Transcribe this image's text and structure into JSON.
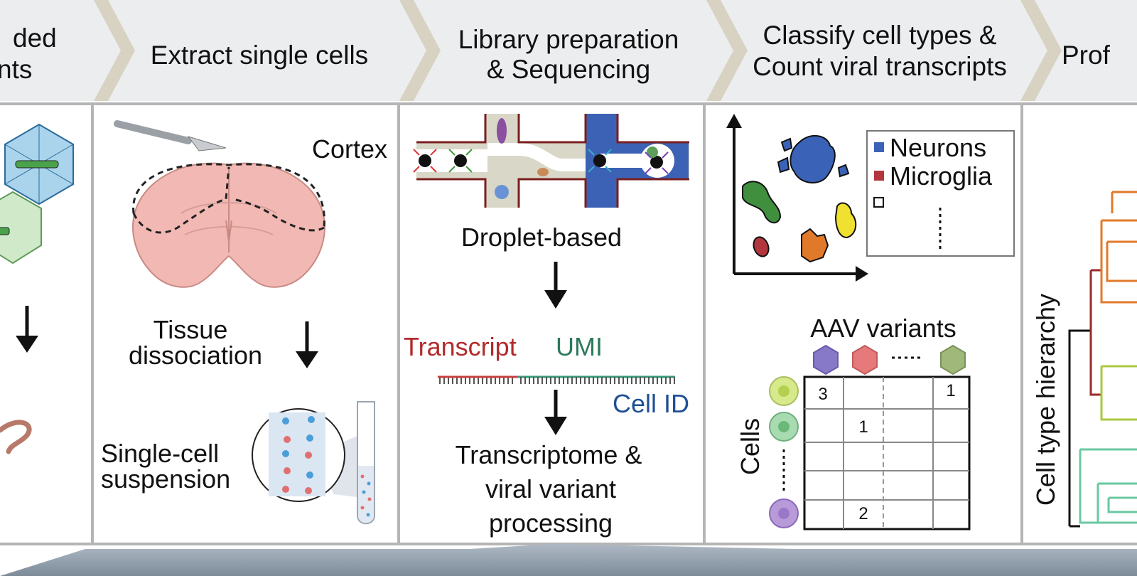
{
  "steps": [
    {
      "label_line1": "ded",
      "label_line2": "nts"
    },
    {
      "label_line1": "Extract single cells",
      "label_line2": ""
    },
    {
      "label_line1": "Library preparation",
      "label_line2": "& Sequencing"
    },
    {
      "label_line1": "Classify cell types &",
      "label_line2": "Count viral transcripts"
    },
    {
      "label_line1": "Prof",
      "label_line2": ""
    }
  ],
  "panel_extract": {
    "region": "Cortex",
    "tissue_line1": "Tissue",
    "tissue_line2": "dissociation",
    "suspension_line1": "Single-cell",
    "suspension_line2": "suspension"
  },
  "panel_library": {
    "droplet": "Droplet-based",
    "transcript": "Transcript",
    "umi": "UMI",
    "cell_id": "Cell ID",
    "process_line1": "Transcriptome &",
    "process_line2": "viral variant",
    "process_line3": "processing"
  },
  "panel_classify": {
    "legend": [
      "Neurons",
      "Microglia"
    ],
    "aav_title": "AAV variants",
    "cells_label": "Cells",
    "matrix": [
      [
        "3",
        "",
        "",
        "1"
      ],
      [
        "",
        "1",
        "",
        ""
      ],
      [
        "",
        "",
        "",
        ""
      ],
      [
        "",
        "2",
        "",
        ""
      ]
    ]
  },
  "panel_profile": {
    "axis_label": "Cell type hierarchy"
  },
  "colors": {
    "banner": "#d8d2c2",
    "banner_inner": "#ecedef",
    "brain": "#f2b9b4",
    "neurons": "#3a63b8",
    "microglia": "#b3363f",
    "transcript": "#b22a2a",
    "umi": "#2d7a5a",
    "cell_id": "#1f4f95"
  }
}
